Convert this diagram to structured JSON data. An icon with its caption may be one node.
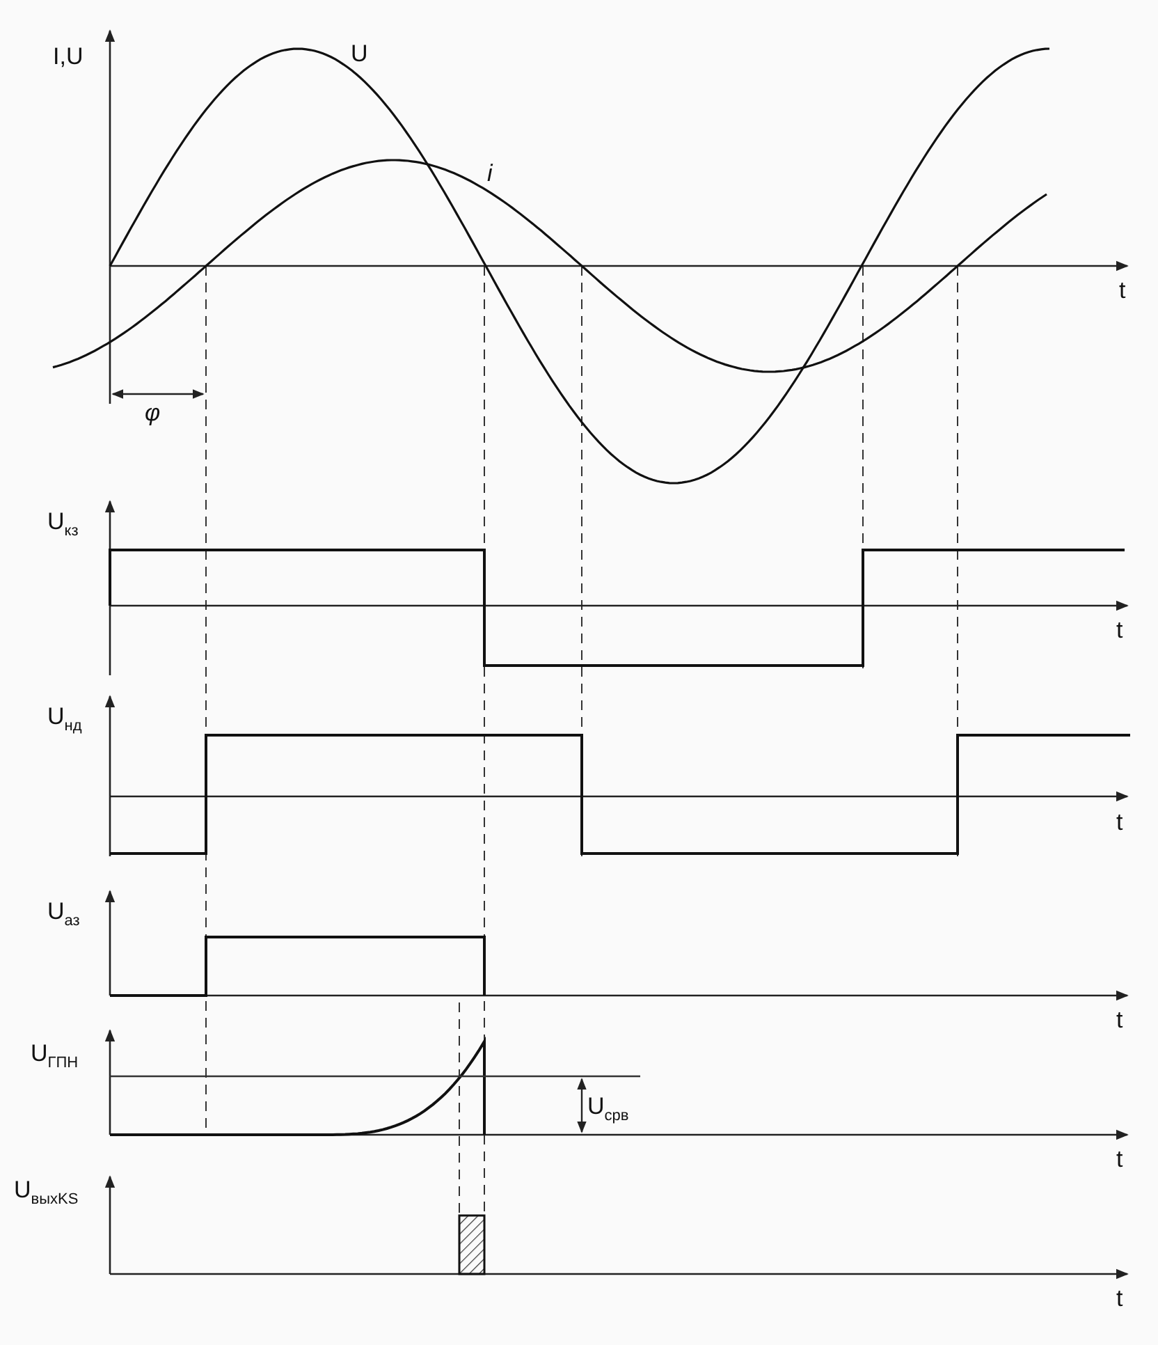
{
  "diagram": {
    "labels": [
      "I,U",
      "U",
      "i",
      "t",
      "φ",
      "U$_{кз}$",
      "t",
      "U$_{нд}$",
      "t",
      "U$_{аз}$",
      "t",
      "U$_{ГПН}$",
      "U$_{срв}$",
      "t",
      "U$_{вых}$$_{KS}$",
      "t"
    ]
  }
}
